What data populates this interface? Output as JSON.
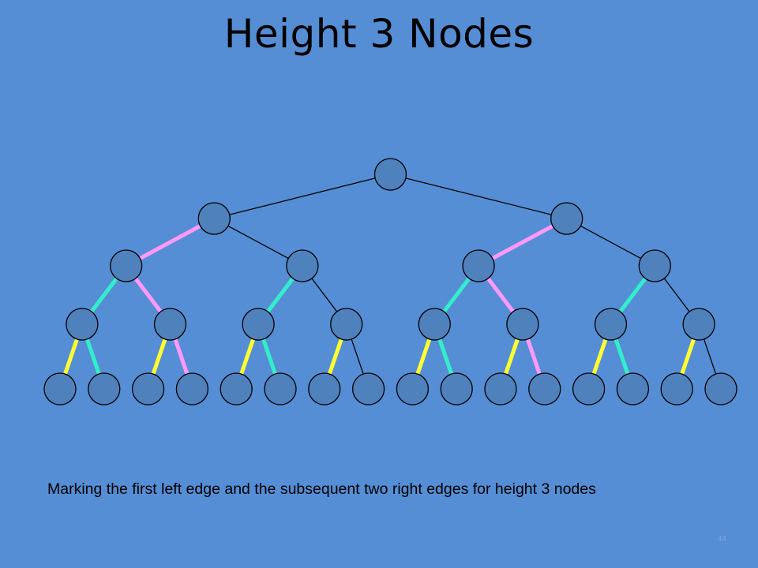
{
  "slide": {
    "title": "Height 3 Nodes",
    "caption": "Marking the first left edge and the subsequent two right edges for height 3 nodes",
    "slide_number": "44"
  },
  "colors": {
    "background": "#558ED5",
    "node_fill": "#4F81BD",
    "node_stroke": "#000000",
    "edge_default": "#000000",
    "edge_pink": "#FF99FF",
    "edge_cyan": "#33EECC",
    "edge_yellow": "#FFFF33"
  },
  "tree": {
    "levels": 5,
    "edges": [
      {
        "from": "0",
        "to": "00",
        "color": "black"
      },
      {
        "from": "0",
        "to": "01",
        "color": "black"
      },
      {
        "from": "00",
        "to": "000",
        "color": "pink"
      },
      {
        "from": "00",
        "to": "001",
        "color": "black"
      },
      {
        "from": "01",
        "to": "010",
        "color": "pink"
      },
      {
        "from": "01",
        "to": "011",
        "color": "black"
      },
      {
        "from": "000",
        "to": "0000",
        "color": "cyan"
      },
      {
        "from": "000",
        "to": "0001",
        "color": "pink"
      },
      {
        "from": "001",
        "to": "0010",
        "color": "cyan"
      },
      {
        "from": "001",
        "to": "0011",
        "color": "black"
      },
      {
        "from": "010",
        "to": "0100",
        "color": "cyan"
      },
      {
        "from": "010",
        "to": "0101",
        "color": "pink"
      },
      {
        "from": "011",
        "to": "0110",
        "color": "cyan"
      },
      {
        "from": "011",
        "to": "0111",
        "color": "black"
      },
      {
        "from": "0000",
        "to": "00000",
        "color": "yellow"
      },
      {
        "from": "0000",
        "to": "00001",
        "color": "cyan"
      },
      {
        "from": "0001",
        "to": "00010",
        "color": "yellow"
      },
      {
        "from": "0001",
        "to": "00011",
        "color": "pink"
      },
      {
        "from": "0010",
        "to": "00100",
        "color": "yellow"
      },
      {
        "from": "0010",
        "to": "00101",
        "color": "cyan"
      },
      {
        "from": "0011",
        "to": "00110",
        "color": "yellow"
      },
      {
        "from": "0011",
        "to": "00111",
        "color": "black"
      },
      {
        "from": "0100",
        "to": "01000",
        "color": "yellow"
      },
      {
        "from": "0100",
        "to": "01001",
        "color": "cyan"
      },
      {
        "from": "0101",
        "to": "01010",
        "color": "yellow"
      },
      {
        "from": "0101",
        "to": "01011",
        "color": "pink"
      },
      {
        "from": "0110",
        "to": "01100",
        "color": "yellow"
      },
      {
        "from": "0110",
        "to": "01101",
        "color": "cyan"
      },
      {
        "from": "0111",
        "to": "01110",
        "color": "yellow"
      },
      {
        "from": "0111",
        "to": "01111",
        "color": "black"
      }
    ]
  }
}
